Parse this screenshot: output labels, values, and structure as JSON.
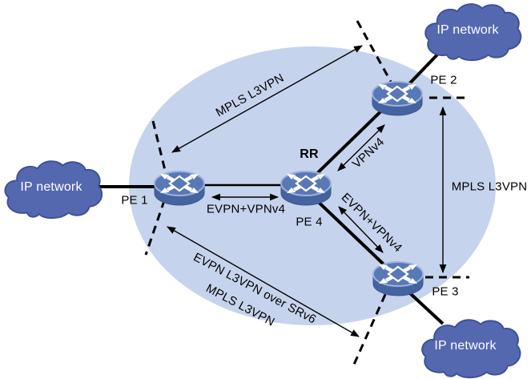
{
  "nodes": {
    "pe1": "PE 1",
    "pe2": "PE 2",
    "pe3": "PE 3",
    "pe4": "PE 4",
    "rr": "RR"
  },
  "clouds": {
    "left": "IP network",
    "top_right": "IP network",
    "bottom_right": "IP network"
  },
  "annotations": {
    "mpls_top": "MPLS L3VPN",
    "evpn_vpnv4_left": "EVPN+VPNv4",
    "vpnv4": "VPNv4",
    "evpn_vpnv4_right": "EVPN+VPNv4",
    "mpls_right": "MPLS L3VPN",
    "srv6_line1": "EVPN L3VPN over SRv6",
    "srv6_line2": "MPLS L3VPN"
  },
  "colors": {
    "network_fill": "#C6D3EC",
    "cloud_fill": "#5468B0",
    "router_top": "#5878B6",
    "router_body": "#44639F",
    "line": "#000000",
    "text": "#000000",
    "cloud_text": "#FFFFFF"
  }
}
